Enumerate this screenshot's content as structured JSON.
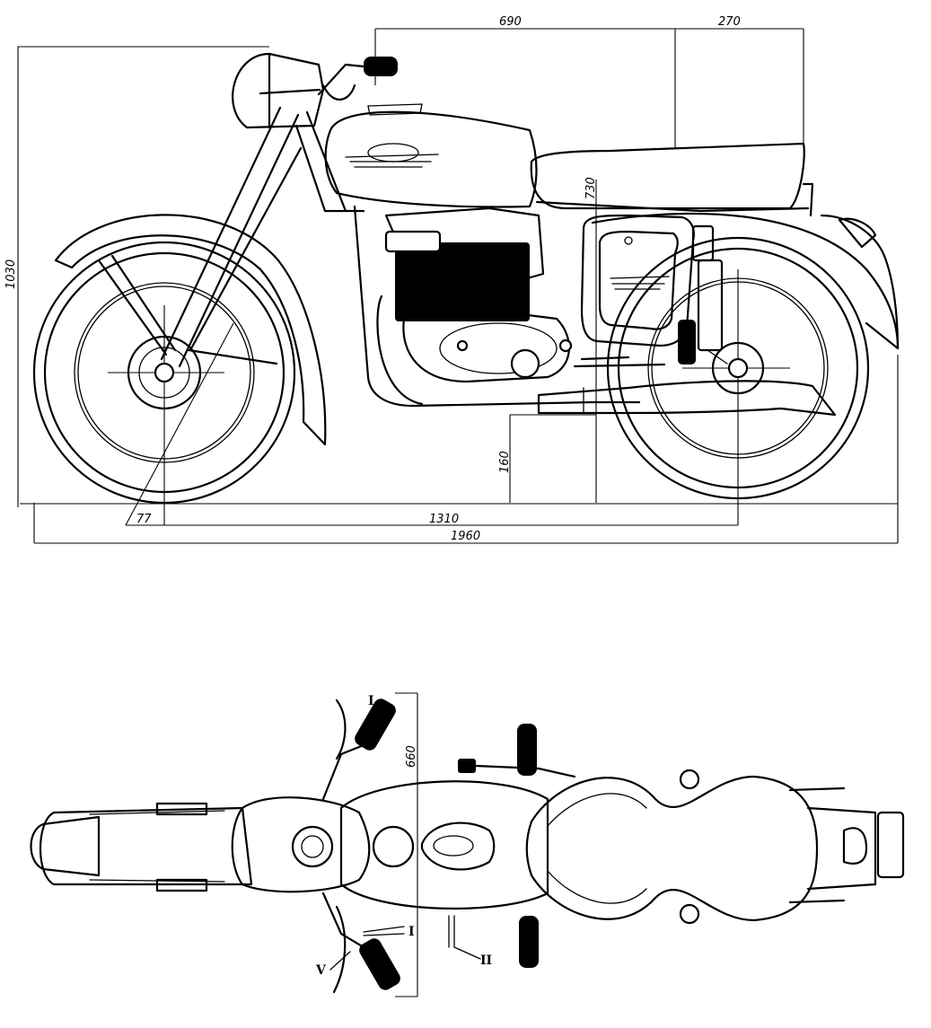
{
  "side_view": {
    "dimensions": {
      "front_to_tank": "690",
      "seat_length": "270",
      "seat_height": "730",
      "overall_height": "1030",
      "ground_clearance": "160",
      "trail": "77",
      "wheelbase": "1310",
      "overall_length": "1960"
    }
  },
  "top_view": {
    "dimensions": {
      "handlebar_width": "660"
    },
    "callouts": {
      "left_grip": "I",
      "lever_right": "I",
      "footrest": "II",
      "lever_left": "V"
    }
  }
}
